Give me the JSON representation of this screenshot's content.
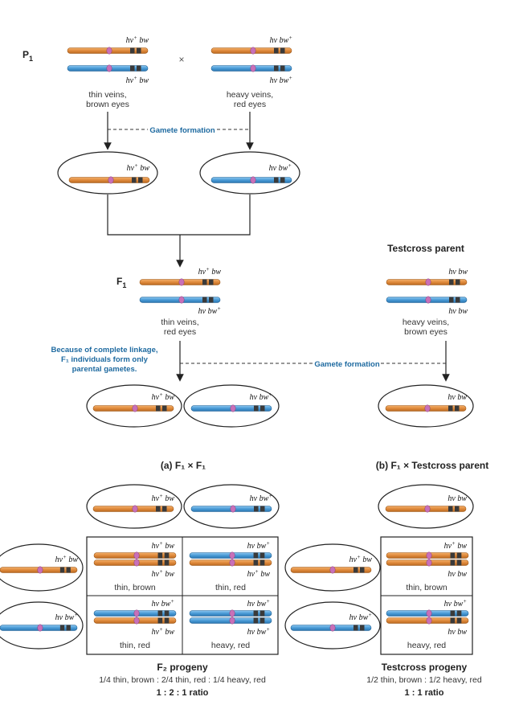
{
  "p1": {
    "gen_label": "P",
    "gen_sub": "1",
    "cross_symbol": "×",
    "parent1_caption": [
      "thin veins,",
      "brown eyes"
    ],
    "parent2_caption": [
      "heavy veins,",
      "red eyes"
    ]
  },
  "gamete_formation_label": "Gamete formation",
  "f1": {
    "gen_label": "F",
    "gen_sub": "1",
    "caption": [
      "thin veins,",
      "red eyes"
    ]
  },
  "testcross_parent": {
    "title": "Testcross parent",
    "caption": [
      "heavy veins,",
      "brown eyes"
    ]
  },
  "linkage_note": [
    "Because of complete linkage,",
    "F₁ individuals form only",
    "parental gametes."
  ],
  "panel_a": {
    "title": "(a) F₁ × F₁",
    "cells": [
      "thin, brown",
      "thin, red",
      "thin, red",
      "heavy, red"
    ],
    "progeny_title": "F₂ progeny",
    "ratio_text": "1/4 thin, brown : 2/4 thin, red : 1/4 heavy, red",
    "ratio": "1 : 2 : 1 ratio"
  },
  "panel_b": {
    "title": "(b) F₁ × Testcross parent",
    "cells": [
      "thin, brown",
      "heavy, red"
    ],
    "progeny_title": "Testcross progeny",
    "ratio_text": "1/2 thin, brown : 1/2 heavy, red",
    "ratio": "1 : 1 ratio"
  },
  "alleles": {
    "hv": "hv",
    "bw": "bw",
    "plus": "+"
  },
  "colors": {
    "orange": "#e08a3c",
    "blue": "#4a9bd6",
    "centromere": "#c870b8",
    "band": "#3a3a3a",
    "note_blue": "#1e6aa0"
  }
}
